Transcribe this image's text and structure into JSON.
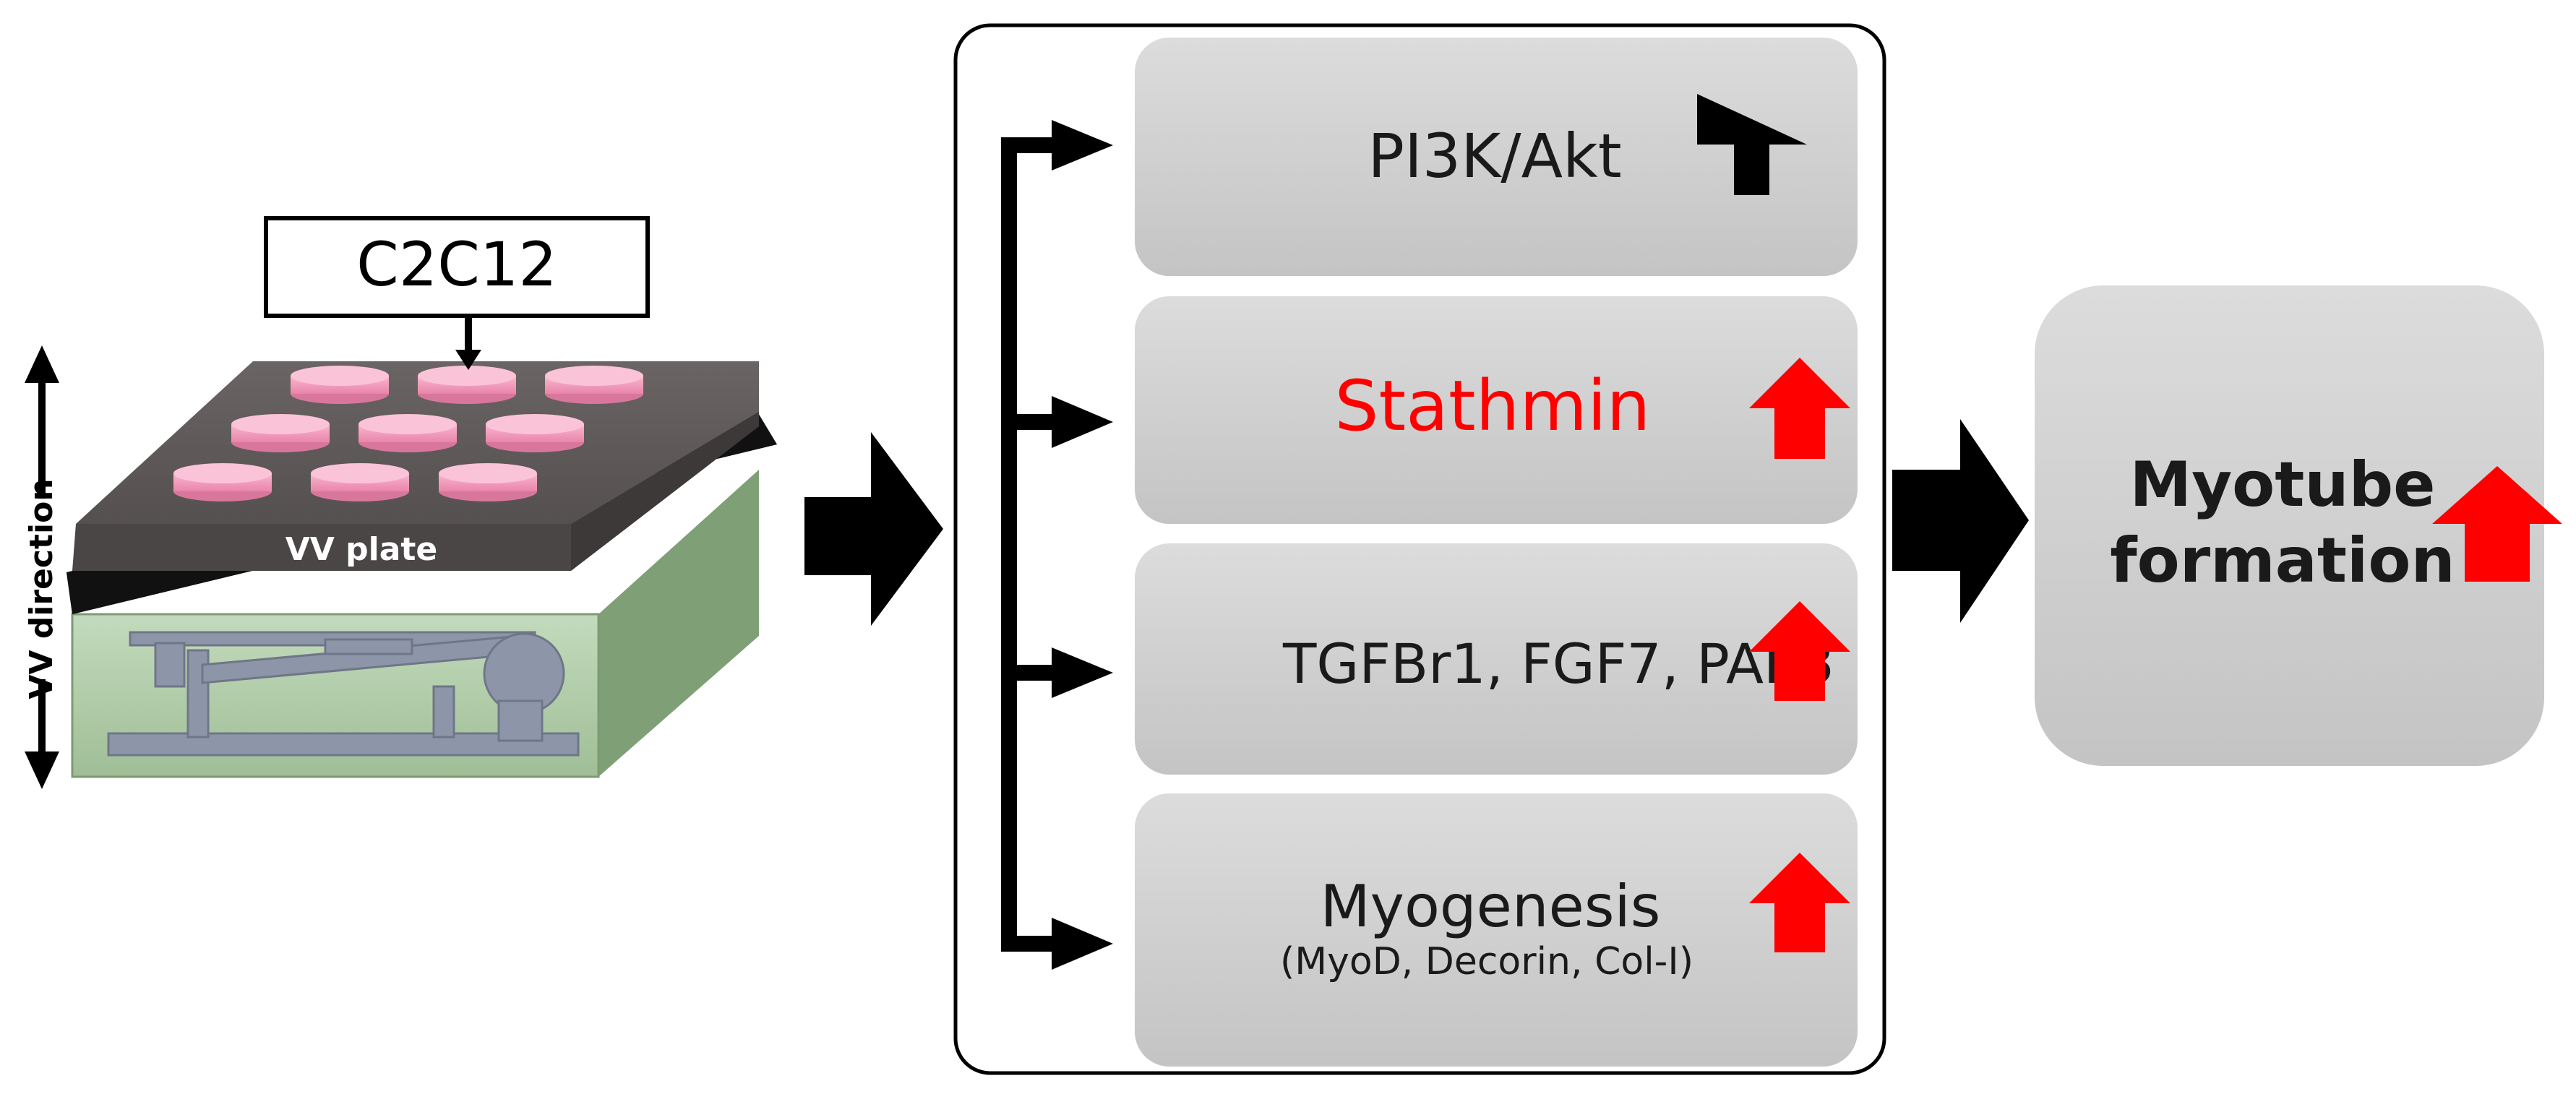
{
  "left": {
    "cell_label": "C2C12",
    "plate_label": "VV plate",
    "direction_label": "VV direction"
  },
  "pathways": [
    {
      "label": "PI3K/Akt",
      "color": "#1a1a1a",
      "arrow_color": "#000000"
    },
    {
      "label": "Stathmin",
      "color": "#ff0000",
      "arrow_color": "#ff0000"
    },
    {
      "label": "TGFBr1, FGF7, PAK3",
      "color": "#1a1a1a",
      "arrow_color": "#ff0000"
    },
    {
      "label": "Myogenesis",
      "sublabel": "(MyoD, Decorin, Col-I)",
      "color": "#1a1a1a",
      "arrow_color": "#ff0000"
    }
  ],
  "outcome": {
    "line1": "Myotube",
    "line2": "formation",
    "arrow_color": "#ff0000"
  },
  "colors": {
    "panel_gray": "#cfcfcf",
    "dish_pink": "#f5a0c0",
    "plate_dark": "#5f5a5a",
    "box_green": "#a9c6a0"
  }
}
